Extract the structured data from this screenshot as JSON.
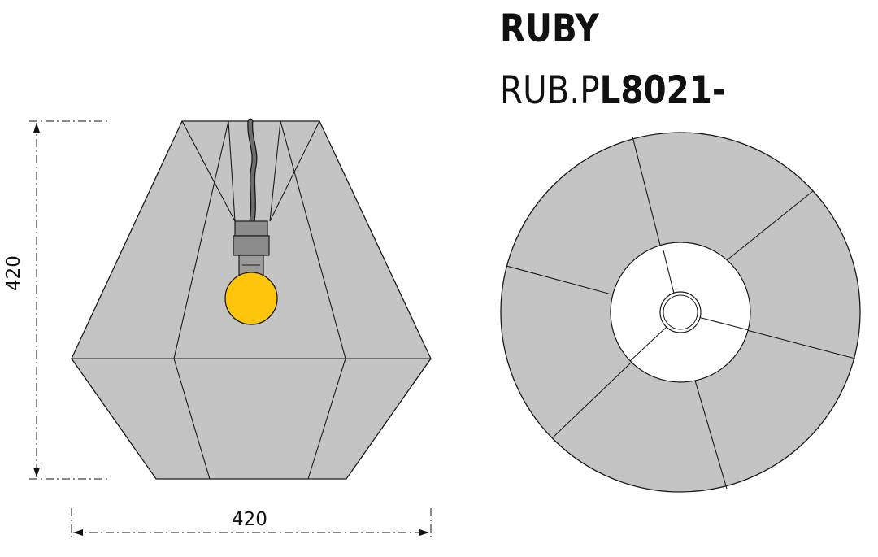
{
  "product": {
    "name": "RUBY",
    "code_prefix": "RUB.P",
    "code_suffix": "L8021-"
  },
  "dimensions": {
    "width_label": "420",
    "height_label": "420"
  },
  "colors": {
    "shade_fill": "#c4c4c4",
    "outline": "#1a1a1a",
    "bulb": "#ffc50a",
    "socket": "#8c8c8c",
    "cord": "#6e6e6e",
    "inner_opening": "#ffffff"
  }
}
